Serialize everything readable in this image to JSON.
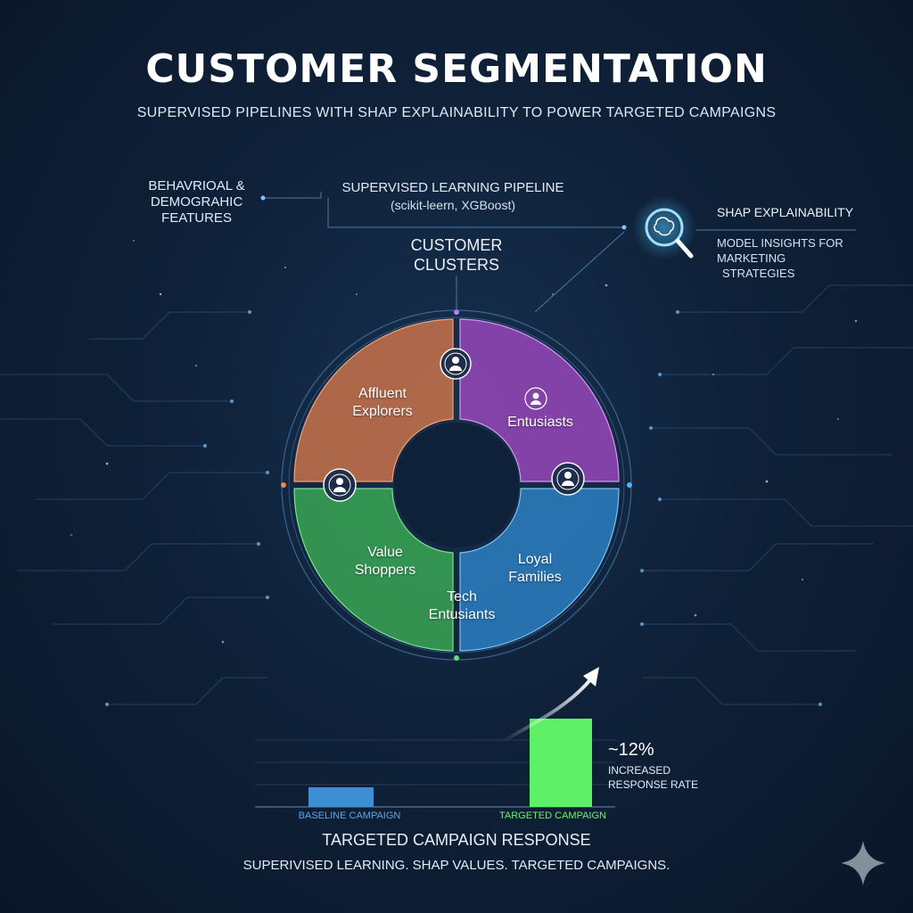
{
  "header": {
    "title": "CUSTOMER SEGMENTATION",
    "subtitle": "SUPERVISED PIPELINES WITH SHAP EXPLAINABILITY TO POWER TARGETED CAMPAIGNS"
  },
  "features": {
    "line1": "BEHAVRIOAL &",
    "line2": "DEMOGRAHIC",
    "line3": "FEATURES"
  },
  "pipeline": {
    "title": "SUPERVISED LEARNING PIPELINE",
    "tools": "(scikit-leern, XGBoost)"
  },
  "clusters": {
    "line1": "CUSTOMER",
    "line2": "CLUSTERS"
  },
  "shap": {
    "title": "SHAP EXPLAINABILITY",
    "desc_line1": "MODEL INSIGHTS FOR MARKETING",
    "desc_line2": "STRATEGIES",
    "icon": "brain-magnifier-icon"
  },
  "segments": [
    {
      "line1": "Affluent",
      "line2": "Explorers",
      "color": "#d47a4e"
    },
    {
      "line1": "Entusiasts",
      "line2": "",
      "color": "#a14fc0"
    },
    {
      "line1": "Value",
      "line2": "Shoppers",
      "color": "#3eb15a"
    },
    {
      "line1": "Loyal",
      "line2": "Families",
      "color": "#2f86c9"
    },
    {
      "line1": "Tech",
      "line2": "Entusiants",
      "color": ""
    }
  ],
  "chart_data": {
    "type": "bar",
    "categories": [
      "BASELINE CAMPAIGN",
      "TARGETED CAMPAIGN"
    ],
    "values": [
      1,
      4.5
    ],
    "colors": [
      "#3d8fd4",
      "#5ef066"
    ],
    "annotation_value": "~12%",
    "annotation_line1": "INCREASED",
    "annotation_line2": "RESPONSE RATE",
    "title": "TARGETED CAMPAIGN RESPONSE"
  },
  "footer": {
    "text": "SUPERIVISED LEARNING. SHAP VALUES. TARGETED CAMPAIGNS."
  }
}
